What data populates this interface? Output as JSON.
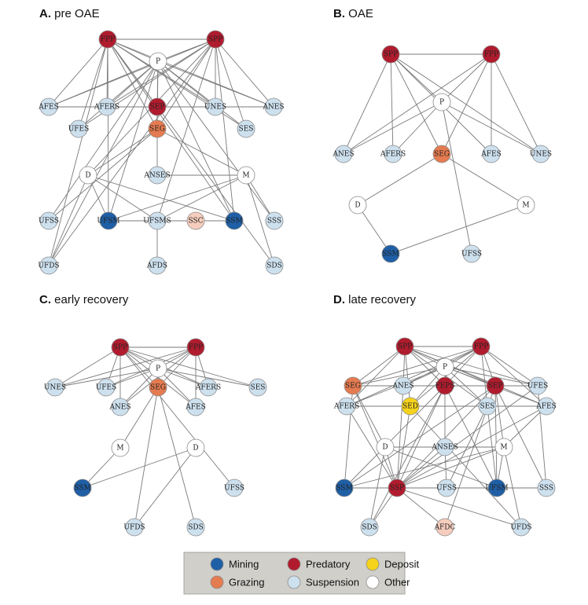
{
  "colors": {
    "Mining": "#1f5fa6",
    "Predatory": "#b01c2e",
    "Deposit": "#f5d21c",
    "Grazing": "#e57b50",
    "Suspension": "#cde0ee",
    "Other": "#ffffff",
    "SSC": "#f6cdbd"
  },
  "legend": {
    "items": [
      {
        "label": "Mining",
        "group": "Mining"
      },
      {
        "label": "Predatory",
        "group": "Predatory"
      },
      {
        "label": "Deposit",
        "group": "Deposit"
      },
      {
        "label": "Grazing",
        "group": "Grazing"
      },
      {
        "label": "Suspension",
        "group": "Suspension"
      },
      {
        "label": "Other",
        "group": "Other"
      }
    ]
  },
  "panels": [
    {
      "letter": "A.",
      "title": "pre OAE",
      "nodes": [
        {
          "id": "FPP",
          "group": "Predatory"
        },
        {
          "id": "SPP",
          "group": "Predatory"
        },
        {
          "id": "P",
          "group": "Other"
        },
        {
          "id": "AFES",
          "group": "Suspension"
        },
        {
          "id": "AFERS",
          "group": "Suspension"
        },
        {
          "id": "SEP",
          "group": "Predatory"
        },
        {
          "id": "UNES",
          "group": "Suspension"
        },
        {
          "id": "ANES",
          "group": "Suspension"
        },
        {
          "id": "UFES",
          "group": "Suspension"
        },
        {
          "id": "SEG",
          "group": "Grazing"
        },
        {
          "id": "SES",
          "group": "Suspension"
        },
        {
          "id": "D",
          "group": "Other"
        },
        {
          "id": "ANSES",
          "group": "Suspension"
        },
        {
          "id": "M",
          "group": "Other"
        },
        {
          "id": "UFSS",
          "group": "Suspension"
        },
        {
          "id": "UFSM",
          "group": "Mining"
        },
        {
          "id": "UFSMS",
          "group": "Suspension"
        },
        {
          "id": "SSC",
          "group": "SSC"
        },
        {
          "id": "SSM",
          "group": "Mining"
        },
        {
          "id": "SSS",
          "group": "Suspension"
        },
        {
          "id": "UFDS",
          "group": "Suspension"
        },
        {
          "id": "AFDS",
          "group": "Suspension"
        },
        {
          "id": "SDS",
          "group": "Suspension"
        }
      ],
      "edges": [
        [
          "FPP",
          "SPP"
        ],
        [
          "FPP",
          "P"
        ],
        [
          "FPP",
          "AFES"
        ],
        [
          "FPP",
          "AFERS"
        ],
        [
          "FPP",
          "UFES"
        ],
        [
          "FPP",
          "SEP"
        ],
        [
          "FPP",
          "UNES"
        ],
        [
          "FPP",
          "ANES"
        ],
        [
          "FPP",
          "SES"
        ],
        [
          "FPP",
          "SEG"
        ],
        [
          "FPP",
          "UFSM"
        ],
        [
          "FPP",
          "SSM"
        ],
        [
          "FPP",
          "UFDS"
        ],
        [
          "FPP",
          "SDS"
        ],
        [
          "SPP",
          "P"
        ],
        [
          "SPP",
          "AFES"
        ],
        [
          "SPP",
          "AFERS"
        ],
        [
          "SPP",
          "UFES"
        ],
        [
          "SPP",
          "UNES"
        ],
        [
          "SPP",
          "ANES"
        ],
        [
          "SPP",
          "SES"
        ],
        [
          "SPP",
          "SEG"
        ],
        [
          "SPP",
          "UFSMS"
        ],
        [
          "SPP",
          "SSM"
        ],
        [
          "SPP",
          "UFDS"
        ],
        [
          "SPP",
          "D"
        ],
        [
          "P",
          "AFES"
        ],
        [
          "P",
          "AFERS"
        ],
        [
          "P",
          "UFES"
        ],
        [
          "P",
          "SEP"
        ],
        [
          "P",
          "UNES"
        ],
        [
          "P",
          "ANES"
        ],
        [
          "P",
          "SES"
        ],
        [
          "P",
          "SEG"
        ],
        [
          "P",
          "UFSS"
        ],
        [
          "P",
          "UFSM"
        ],
        [
          "P",
          "SSM"
        ],
        [
          "P",
          "SSS"
        ],
        [
          "P",
          "UFDS"
        ],
        [
          "AFES",
          "UNES"
        ],
        [
          "UNES",
          "ANES"
        ],
        [
          "SEP",
          "SEG"
        ],
        [
          "SEG",
          "ANSES"
        ],
        [
          "SEG",
          "UFSS"
        ],
        [
          "D",
          "UFSM"
        ],
        [
          "D",
          "UFSMS"
        ],
        [
          "D",
          "SSM"
        ],
        [
          "D",
          "UFDS"
        ],
        [
          "D",
          "SEG"
        ],
        [
          "M",
          "UFSM"
        ],
        [
          "M",
          "UFSMS"
        ],
        [
          "M",
          "SSS"
        ],
        [
          "M",
          "SDS"
        ],
        [
          "M",
          "ANSES"
        ],
        [
          "M",
          "SEG"
        ],
        [
          "UFSM",
          "UFSMS"
        ],
        [
          "UFSMS",
          "SSC"
        ],
        [
          "SSC",
          "SSM"
        ],
        [
          "UFSMS",
          "AFDS"
        ]
      ]
    },
    {
      "letter": "B.",
      "title": "OAE",
      "nodes": [
        {
          "id": "SPP",
          "group": "Predatory"
        },
        {
          "id": "FPP",
          "group": "Predatory"
        },
        {
          "id": "P",
          "group": "Other"
        },
        {
          "id": "ANES",
          "group": "Suspension"
        },
        {
          "id": "AFERS",
          "group": "Suspension"
        },
        {
          "id": "SEG",
          "group": "Grazing"
        },
        {
          "id": "AFES",
          "group": "Suspension"
        },
        {
          "id": "UNES",
          "group": "Suspension"
        },
        {
          "id": "D",
          "group": "Other"
        },
        {
          "id": "M",
          "group": "Other"
        },
        {
          "id": "SSM",
          "group": "Mining"
        },
        {
          "id": "UFSS",
          "group": "Suspension"
        }
      ],
      "edges": [
        [
          "SPP",
          "FPP"
        ],
        [
          "SPP",
          "P"
        ],
        [
          "SPP",
          "ANES"
        ],
        [
          "SPP",
          "AFERS"
        ],
        [
          "SPP",
          "SEG"
        ],
        [
          "SPP",
          "AFES"
        ],
        [
          "SPP",
          "UNES"
        ],
        [
          "FPP",
          "P"
        ],
        [
          "FPP",
          "ANES"
        ],
        [
          "FPP",
          "SEG"
        ],
        [
          "FPP",
          "AFES"
        ],
        [
          "FPP",
          "UNES"
        ],
        [
          "P",
          "ANES"
        ],
        [
          "P",
          "AFERS"
        ],
        [
          "P",
          "UNES"
        ],
        [
          "P",
          "UFSS"
        ],
        [
          "SEG",
          "D"
        ],
        [
          "SEG",
          "M"
        ],
        [
          "D",
          "SSM"
        ],
        [
          "M",
          "SSM"
        ]
      ]
    },
    {
      "letter": "C.",
      "title": "early recovery",
      "nodes": [
        {
          "id": "SPP",
          "group": "Predatory"
        },
        {
          "id": "FPP",
          "group": "Predatory"
        },
        {
          "id": "P",
          "group": "Other"
        },
        {
          "id": "UNES",
          "group": "Suspension"
        },
        {
          "id": "UFES",
          "group": "Suspension"
        },
        {
          "id": "SEG",
          "group": "Grazing"
        },
        {
          "id": "AFERS",
          "group": "Suspension"
        },
        {
          "id": "SES",
          "group": "Suspension"
        },
        {
          "id": "ANES",
          "group": "Suspension"
        },
        {
          "id": "AFES",
          "group": "Suspension"
        },
        {
          "id": "M",
          "group": "Other"
        },
        {
          "id": "D",
          "group": "Other"
        },
        {
          "id": "UFSS",
          "group": "Suspension"
        },
        {
          "id": "SSM",
          "group": "Mining"
        },
        {
          "id": "UFDS",
          "group": "Suspension"
        },
        {
          "id": "SDS",
          "group": "Suspension"
        }
      ],
      "edges": [
        [
          "SPP",
          "FPP"
        ],
        [
          "SPP",
          "P"
        ],
        [
          "SPP",
          "UNES"
        ],
        [
          "SPP",
          "UFES"
        ],
        [
          "SPP",
          "SEG"
        ],
        [
          "SPP",
          "AFERS"
        ],
        [
          "SPP",
          "SES"
        ],
        [
          "SPP",
          "ANES"
        ],
        [
          "SPP",
          "AFES"
        ],
        [
          "SPP",
          "UFSS"
        ],
        [
          "FPP",
          "P"
        ],
        [
          "FPP",
          "UNES"
        ],
        [
          "FPP",
          "UFES"
        ],
        [
          "FPP",
          "SEG"
        ],
        [
          "FPP",
          "AFERS"
        ],
        [
          "FPP",
          "ANES"
        ],
        [
          "FPP",
          "AFES"
        ],
        [
          "P",
          "UNES"
        ],
        [
          "P",
          "UFES"
        ],
        [
          "P",
          "SEG"
        ],
        [
          "P",
          "AFERS"
        ],
        [
          "P",
          "SES"
        ],
        [
          "P",
          "ANES"
        ],
        [
          "P",
          "AFES"
        ],
        [
          "SEG",
          "M"
        ],
        [
          "SEG",
          "UFDS"
        ],
        [
          "SEG",
          "SDS"
        ],
        [
          "M",
          "SSM"
        ],
        [
          "D",
          "SSM"
        ],
        [
          "D",
          "UFDS"
        ]
      ]
    },
    {
      "letter": "D.",
      "title": "late recovery",
      "nodes": [
        {
          "id": "SPP",
          "group": "Predatory"
        },
        {
          "id": "FPP",
          "group": "Predatory"
        },
        {
          "id": "P",
          "group": "Other"
        },
        {
          "id": "SEG",
          "group": "Grazing"
        },
        {
          "id": "ANES",
          "group": "Suspension"
        },
        {
          "id": "FEPS",
          "group": "Predatory"
        },
        {
          "id": "SEP",
          "group": "Predatory"
        },
        {
          "id": "UFES",
          "group": "Suspension"
        },
        {
          "id": "AFERS",
          "group": "Suspension"
        },
        {
          "id": "SED",
          "group": "Deposit"
        },
        {
          "id": "SES",
          "group": "Suspension"
        },
        {
          "id": "AFES",
          "group": "Suspension"
        },
        {
          "id": "D",
          "group": "Other"
        },
        {
          "id": "ANSES",
          "group": "Suspension"
        },
        {
          "id": "M",
          "group": "Other"
        },
        {
          "id": "SSM",
          "group": "Mining"
        },
        {
          "id": "SSP",
          "group": "Predatory"
        },
        {
          "id": "UFSS",
          "group": "Suspension"
        },
        {
          "id": "UFSM",
          "group": "Mining"
        },
        {
          "id": "SSS",
          "group": "Suspension"
        },
        {
          "id": "SDS",
          "group": "Suspension"
        },
        {
          "id": "AFDC",
          "group": "SSC"
        },
        {
          "id": "UFDS",
          "group": "Suspension"
        }
      ],
      "edges": [
        [
          "SPP",
          "FPP"
        ],
        [
          "SPP",
          "P"
        ],
        [
          "SPP",
          "SEG"
        ],
        [
          "SPP",
          "ANES"
        ],
        [
          "SPP",
          "FEPS"
        ],
        [
          "SPP",
          "SEP"
        ],
        [
          "SPP",
          "AFERS"
        ],
        [
          "SPP",
          "SED"
        ],
        [
          "SPP",
          "SES"
        ],
        [
          "SPP",
          "AFES"
        ],
        [
          "SPP",
          "UFES"
        ],
        [
          "FPP",
          "P"
        ],
        [
          "FPP",
          "SEG"
        ],
        [
          "FPP",
          "ANES"
        ],
        [
          "FPP",
          "FEPS"
        ],
        [
          "FPP",
          "SEP"
        ],
        [
          "FPP",
          "UFES"
        ],
        [
          "FPP",
          "SED"
        ],
        [
          "FPP",
          "SES"
        ],
        [
          "FPP",
          "AFES"
        ],
        [
          "FPP",
          "AFERS"
        ],
        [
          "P",
          "SEG"
        ],
        [
          "P",
          "ANES"
        ],
        [
          "P",
          "FEPS"
        ],
        [
          "P",
          "SEP"
        ],
        [
          "P",
          "UFES"
        ],
        [
          "P",
          "AFERS"
        ],
        [
          "P",
          "SED"
        ],
        [
          "P",
          "SES"
        ],
        [
          "P",
          "AFES"
        ],
        [
          "SEG",
          "ANES"
        ],
        [
          "ANES",
          "FEPS"
        ],
        [
          "FEPS",
          "SEP"
        ],
        [
          "SEP",
          "UFES"
        ],
        [
          "AFERS",
          "SED"
        ],
        [
          "SED",
          "SES"
        ],
        [
          "SES",
          "AFES"
        ],
        [
          "SEG",
          "SSM"
        ],
        [
          "SEG",
          "D"
        ],
        [
          "AFERS",
          "SSP"
        ],
        [
          "SEG",
          "SSP"
        ],
        [
          "FEPS",
          "SSP"
        ],
        [
          "FEPS",
          "SSM"
        ],
        [
          "FEPS",
          "UFSM"
        ],
        [
          "FEPS",
          "ANSES"
        ],
        [
          "FEPS",
          "SDS"
        ],
        [
          "SEP",
          "SSP"
        ],
        [
          "SEP",
          "SSM"
        ],
        [
          "SEP",
          "UFSM"
        ],
        [
          "SEP",
          "SSS"
        ],
        [
          "SEP",
          "M"
        ],
        [
          "SEP",
          "AFDC"
        ],
        [
          "UFES",
          "SSP"
        ],
        [
          "UFES",
          "SSS"
        ],
        [
          "AFES",
          "M"
        ],
        [
          "AFES",
          "SSP"
        ],
        [
          "SED",
          "SSP"
        ],
        [
          "SED",
          "UFDS"
        ],
        [
          "SES",
          "UFSM"
        ],
        [
          "SES",
          "UFSS"
        ],
        [
          "ANES",
          "SSP"
        ],
        [
          "D",
          "SSP"
        ],
        [
          "D",
          "UFSM"
        ],
        [
          "D",
          "SDS"
        ],
        [
          "M",
          "SSP"
        ],
        [
          "M",
          "UFSM"
        ],
        [
          "M",
          "SSM"
        ],
        [
          "M",
          "UFDS"
        ],
        [
          "ANSES",
          "SSP"
        ],
        [
          "ANSES",
          "UFSS"
        ],
        [
          "ANSES",
          "M"
        ],
        [
          "ANSES",
          "D"
        ],
        [
          "SSM",
          "SSP"
        ],
        [
          "SSP",
          "UFSS"
        ],
        [
          "UFSS",
          "UFSM"
        ],
        [
          "UFSM",
          "SSS"
        ],
        [
          "SSP",
          "SDS"
        ],
        [
          "SSP",
          "AFDC"
        ],
        [
          "SSP",
          "UFDS"
        ],
        [
          "SSP",
          "UFSM"
        ]
      ]
    }
  ]
}
